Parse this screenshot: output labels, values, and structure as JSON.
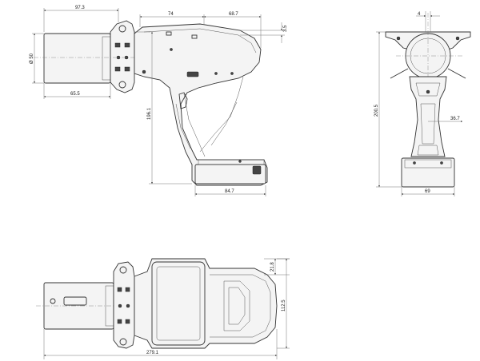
{
  "dimensions": {
    "side_overall_length": "97.3",
    "side_top_span": "74",
    "side_top_right": "68.7",
    "side_small_height": "3.5",
    "side_diameter": "Ø 50",
    "side_cylinder_length": "65.5",
    "side_height": "196.1",
    "side_base_width": "84.7",
    "front_top_gap": "4",
    "front_height": "200.5",
    "front_right_width": "36.7",
    "front_base_width": "69",
    "top_small_height": "21.8",
    "top_height": "112.5",
    "top_overall_length": "279.1"
  }
}
